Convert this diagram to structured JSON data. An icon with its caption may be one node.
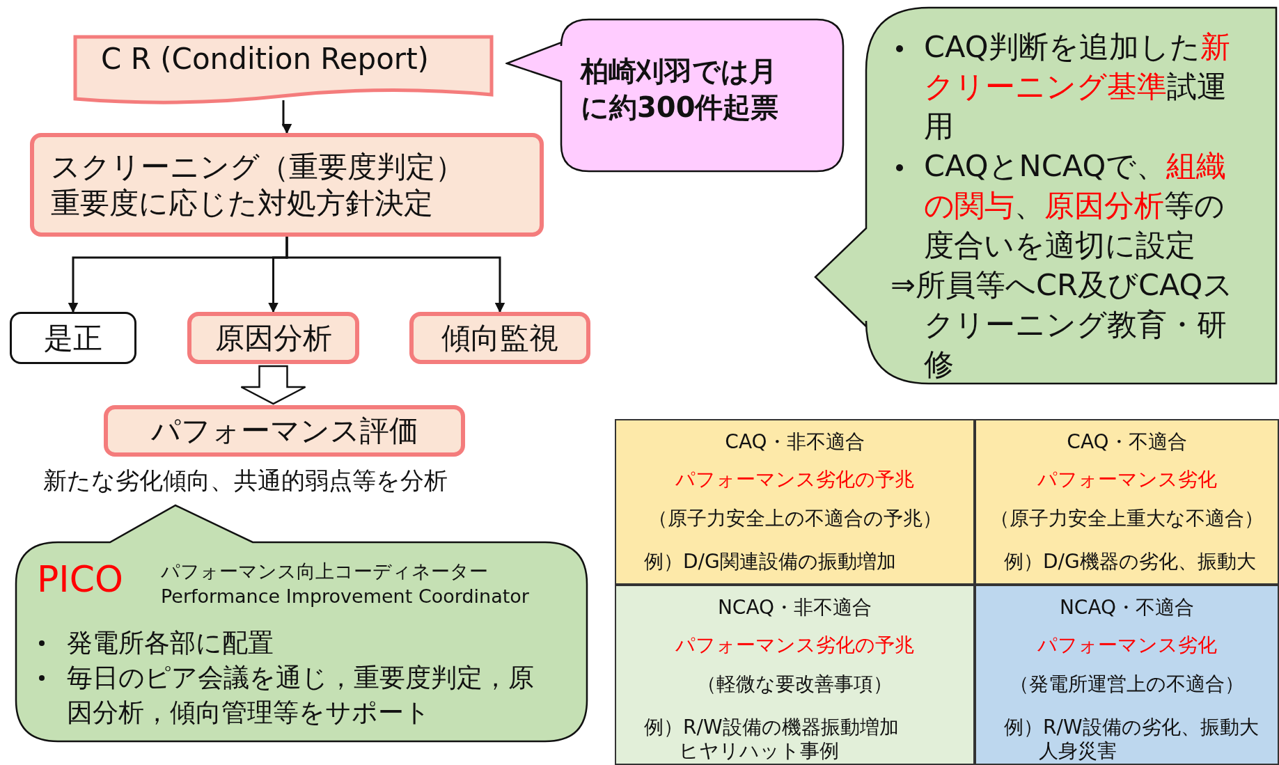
{
  "diagram": {
    "nodes": [
      {
        "text": [
          "C R (Condition Report)"
        ]
      },
      {
        "text": [
          "柏崎刈羽では月に約300件起票"
        ]
      },
      {
        "text": [
          "スクリーニング（重要度判定）",
          "重要度に応じた対処方針決定"
        ]
      },
      {
        "text": [
          "是正"
        ]
      },
      {
        "text": [
          "原因分析"
        ]
      },
      {
        "text": [
          "傾向監視"
        ]
      },
      {
        "text": [
          "パフォーマンス評価"
        ],
        "beside": [
          "新たな劣化傾向、共通的弱点等を分析"
        ]
      },
      {
        "text": [
          "PICO",
          "パフォーマンス向上コーディネーター",
          "Performance Improvement Coordinator",
          "発電所各部に配置",
          "毎日のピア会議を通じ，重要度判定，原因分析，傾向管理等をサポート"
        ]
      },
      {
        "text": [
          "CAQ判断を追加した**新クリーニング基準**試運用",
          "CAQとNCAQで、**組織の関与**、**原因分析**等の度合いを適切に設定",
          "⇒所員等へCR及びCAQスクリーニング教育・研修"
        ]
      },
      {
        "text": [
          "CAQ・非不適合",
          "パフォーマンス劣化の予兆",
          "（原子力安全上の不適合の予兆）",
          "例）D/G関連設備の振動増加"
        ]
      },
      {
        "text": [
          "CAQ・不適合",
          "パフォーマンス劣化",
          "（原子力安全上重大な不適合）",
          "例）D/G機器の劣化、振動大"
        ]
      },
      {
        "text": [
          "NCAQ・非不適合",
          "パフォーマンス劣化の予兆",
          "（軽微な要改善事項）",
          "例）R/W設備の機器振動増加",
          "ヒヤリハット事例"
        ]
      },
      {
        "text": [
          "NCAQ・不適合",
          "パフォーマンス劣化",
          "（発電所運営上の不適合）",
          "例）R/W設備の劣化、振動大",
          "人身災害"
        ]
      }
    ],
    "edges": [
      {
        "from": 0,
        "to": 2,
        "arrow": "to"
      },
      {
        "from": 2,
        "to": 3,
        "arrow": "to"
      },
      {
        "from": 2,
        "to": 4,
        "arrow": "to"
      },
      {
        "from": 2,
        "to": 5,
        "arrow": "to"
      },
      {
        "from": 4,
        "to": 6,
        "arrow": "to",
        "style": "thick"
      }
    ]
  }
}
